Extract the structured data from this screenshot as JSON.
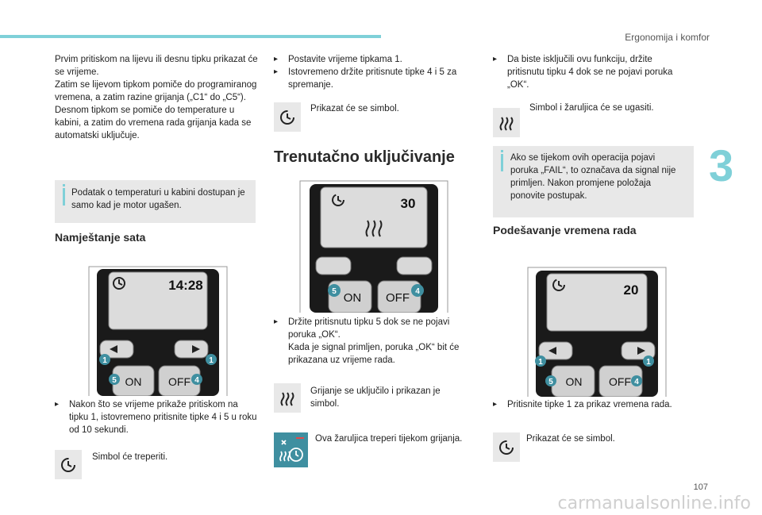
{
  "header": {
    "section": "Ergonomija i komfor",
    "chapter": "3",
    "page": "107"
  },
  "col1": {
    "intro": "Prvim pritiskom na lijevu ili desnu tipku prikazat će se vrijeme.",
    "intro2": "Zatim se lijevom tipkom pomiče do programiranog vremena, a zatim razine grijanja („C1“ do „C5“).",
    "intro3": "Desnom tipkom se pomiče do temperature u kabini, a zatim do vremena rada grijanja kada se automatski uključuje.",
    "info": "Podatak o temperaturi u kabini dostupan je samo kad je motor ugašen.",
    "title": "Namještanje sata",
    "display_value": "14:28",
    "bullet": "Nakon što se vrijeme prikaže pritiskom na tipku 1, istovremeno pritisnite tipke 4 i 5 u roku od 10 sekundi.",
    "icon_text": "Simbol će treperiti."
  },
  "col2": {
    "bullet1": "Postavite vrijeme tipkama 1.",
    "bullet2": "Istovremeno držite pritisnute tipke 4 i 5 za spremanje.",
    "icon_text": "Prikazat će se simbol.",
    "title": "Trenutačno uključivanje",
    "display_value": "30",
    "bullet3": "Držite pritisnutu tipku 5 dok se ne pojavi poruka „OK“.",
    "bullet3b": "Kada je signal primljen, poruka „OK“ bit će prikazana uz vrijeme rada.",
    "icon_text2": "Grijanje se uključilo i prikazan je simbol.",
    "icon_text3": "Ova žaruljica treperi tijekom grijanja."
  },
  "col3": {
    "bullet1": "Da biste isključili ovu funkciju, držite pritisnutu tipku 4 dok se ne pojavi poruka „OK“.",
    "icon_text": "Simbol i žaruljica će se ugasiti.",
    "info": "Ako se tijekom ovih operacija pojavi poruka „FAIL“, to označava da signal nije primljen. Nakon promjene položaja ponovite postupak.",
    "title": "Podešavanje vremena rada",
    "display_value": "20",
    "bullet2": "Pritisnite tipke 1 za prikaz vremena rada.",
    "icon_text2": "Prikazat će se simbol."
  },
  "remote": {
    "on_label": "ON",
    "off_label": "OFF",
    "badge1": "1",
    "badge4": "4",
    "badge5": "5"
  },
  "watermark": "carmanualsonline.info",
  "colors": {
    "accent": "#7fd0d8",
    "badge": "#3f8fa0",
    "panel": "#111111"
  }
}
